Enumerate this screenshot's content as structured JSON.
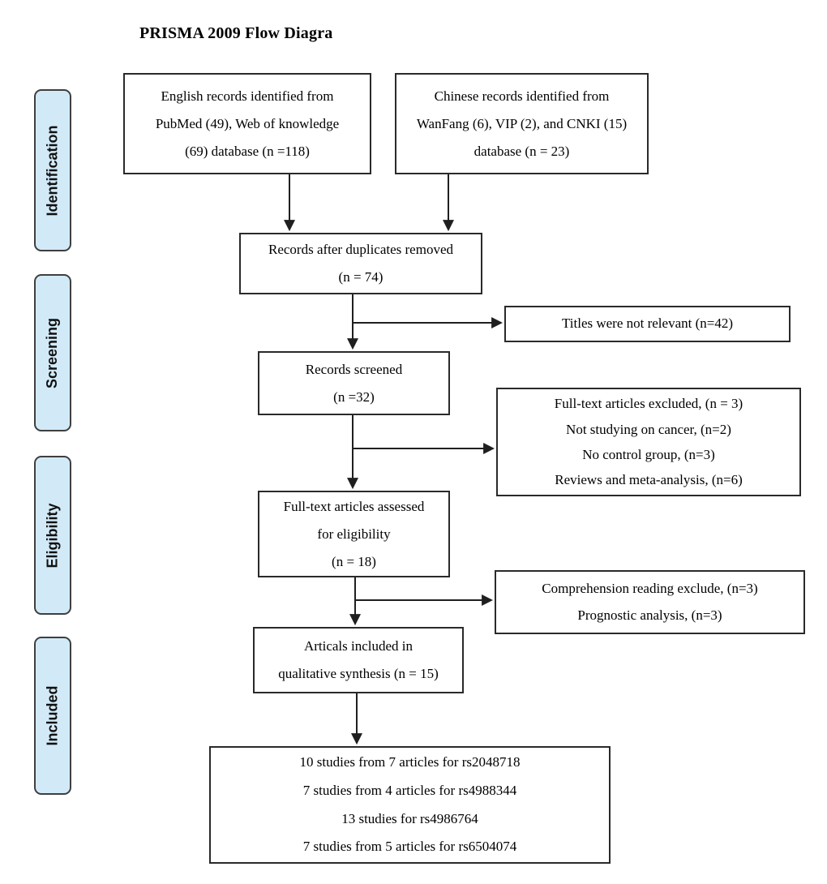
{
  "title": "PRISMA 2009 Flow Diagra",
  "colors": {
    "stage_fill": "#d2eaf8",
    "stage_border": "#3f3f3f",
    "box_border": "#2a2a2a",
    "arrow": "#1f1f1f",
    "text": "#000000"
  },
  "stages": [
    {
      "label": "Identification"
    },
    {
      "label": "Screening"
    },
    {
      "label": "Eligibility"
    },
    {
      "label": "Included"
    }
  ],
  "boxes": {
    "english_records": {
      "lines": [
        "English records identified from",
        "PubMed (49), Web of knowledge",
        "(69) database (n =118)"
      ]
    },
    "chinese_records": {
      "lines": [
        "Chinese records identified from",
        "WanFang (6), VIP (2), and CNKI (15)",
        "database (n = 23)"
      ]
    },
    "duplicates_removed": {
      "lines": [
        "Records after duplicates removed",
        "(n = 74)"
      ]
    },
    "titles_not_relevant": {
      "lines": [
        "Titles were not relevant (n=42)"
      ]
    },
    "records_screened": {
      "lines": [
        "Records screened",
        "(n =32)"
      ]
    },
    "fulltext_excluded": {
      "lines": [
        "Full-text articles excluded, (n = 3)",
        "Not studying on cancer, (n=2)",
        "No control group, (n=3)",
        "Reviews and meta-analysis, (n=6)"
      ]
    },
    "fulltext_assessed": {
      "lines": [
        "Full-text articles assessed",
        "for eligibility",
        "(n = 18)"
      ]
    },
    "comprehension_exclude": {
      "lines": [
        "Comprehension reading exclude, (n=3)",
        "Prognostic analysis, (n=3)"
      ]
    },
    "articles_included": {
      "lines": [
        "Articals included in",
        "qualitative synthesis (n = 15)"
      ]
    },
    "studies_summary": {
      "lines": [
        "10 studies from 7 articles for rs2048718",
        "7 studies from 4 articles for rs4988344",
        "13 studies for rs4986764",
        "7 studies from 5 articles for rs6504074"
      ]
    }
  }
}
